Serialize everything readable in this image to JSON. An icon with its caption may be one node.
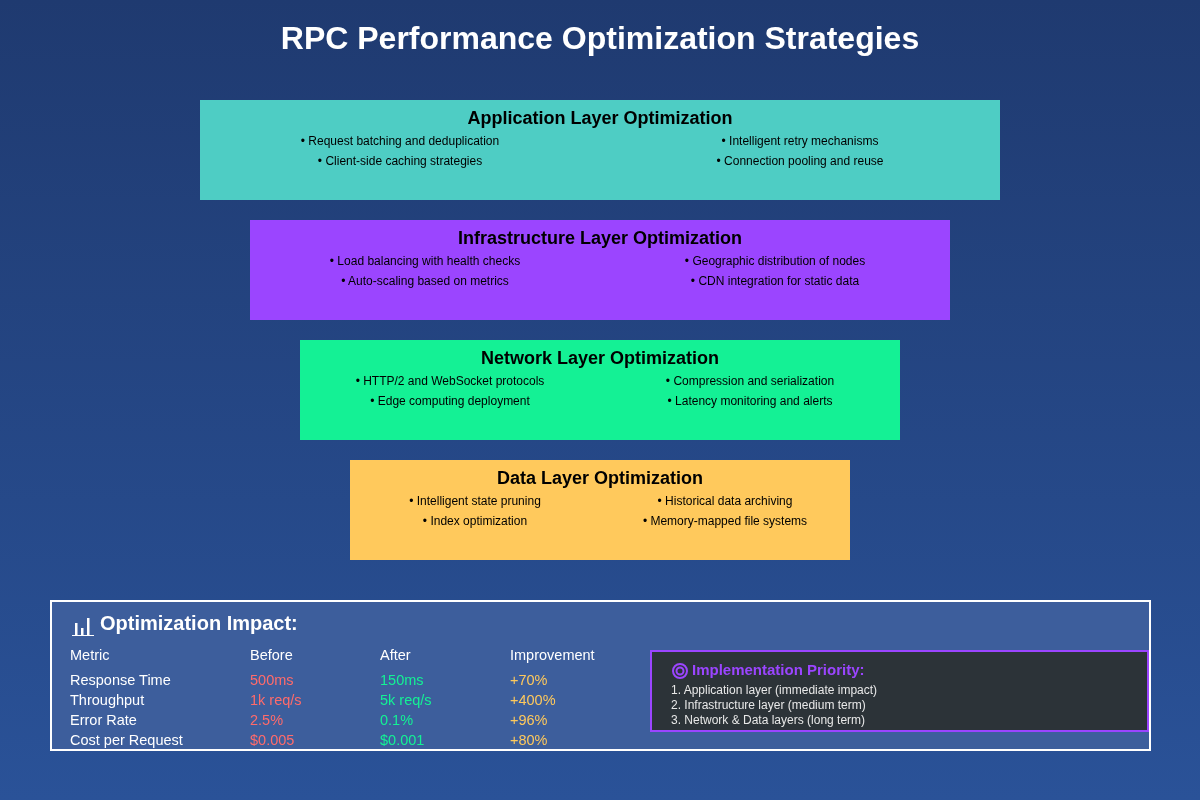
{
  "diagram": {
    "title": "RPC Performance Optimization Strategies",
    "nodes": [
      {
        "text": [
          "Application Layer Optimization",
          "• Request batching and deduplication",
          "• Client-side caching strategies",
          "• Intelligent retry mechanisms",
          "• Connection pooling and reuse"
        ]
      },
      {
        "text": [
          "Infrastructure Layer Optimization",
          "• Load balancing with health checks",
          "• Auto-scaling based on metrics",
          "• Geographic distribution of nodes",
          "• CDN integration for static data"
        ]
      },
      {
        "text": [
          "Network Layer Optimization",
          "• HTTP/2 and WebSocket protocols",
          "• Edge computing deployment",
          "• Compression and serialization",
          "• Latency monitoring and alerts"
        ]
      },
      {
        "text": [
          "Data Layer Optimization",
          "• Intelligent state pruning",
          "• Index optimization",
          "• Historical data archiving",
          "• Memory-mapped file systems"
        ]
      },
      {
        "text": [
          "Optimization Impact:"
        ]
      },
      {
        "text": [
          "Implementation Priority:",
          "1. Application layer (immediate impact)",
          "2. Infrastructure layer (medium term)",
          "3. Network & Data layers (long term)"
        ],
        "in": 4
      }
    ],
    "edges": [],
    "labels": [
      "Metric",
      "Before",
      "After",
      "Improvement",
      "Response Time",
      "500ms",
      "150ms",
      "+70%",
      "Throughput",
      "1k req/s",
      "5k req/s",
      "+400%",
      "Error Rate",
      "2.5%",
      "0.1%",
      "+96%",
      "Cost per Request",
      "$0.005",
      "$0.001",
      "+80%"
    ]
  }
}
